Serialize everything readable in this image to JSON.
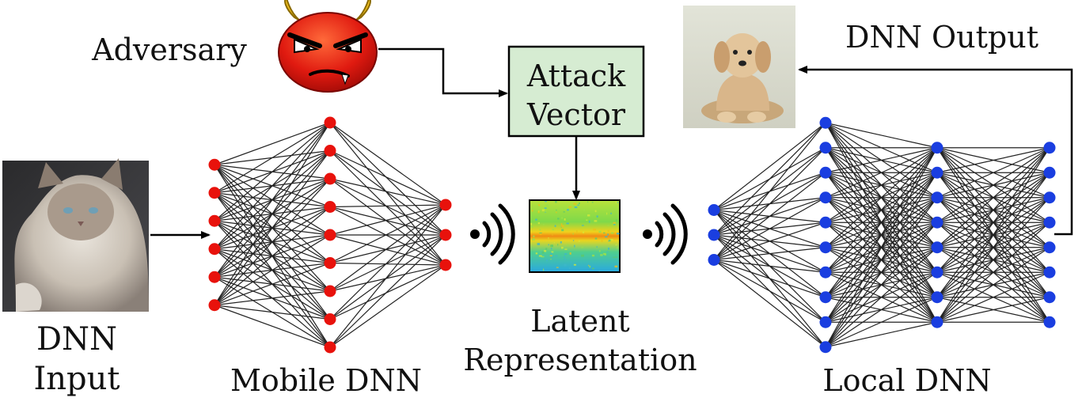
{
  "labels": {
    "adversary": "Adversary",
    "attack_line1": "Attack",
    "attack_line2": "Vector",
    "dnn_output": "DNN Output",
    "dnn_input_line1": "DNN",
    "dnn_input_line2": "Input",
    "mobile_dnn": "Mobile DNN",
    "latent_line1": "Latent",
    "latent_line2": "Representation",
    "local_dnn": "Local DNN"
  },
  "networks": {
    "mobile": {
      "layers": [
        6,
        9,
        3
      ],
      "node_color": "#e8120c"
    },
    "local": {
      "layers": [
        3,
        10,
        8,
        8
      ],
      "node_color": "#1a3ee0"
    }
  },
  "colors": {
    "attack_box_fill": "#d6ecd2",
    "edge": "#222222",
    "arrow": "#000000"
  },
  "icons": {
    "input_image": "cat-photo-icon",
    "output_image": "puppy-photo-icon",
    "adversary": "devil-face-icon",
    "wireless": "wireless-signal-icon",
    "latent": "spectrogram-icon"
  }
}
